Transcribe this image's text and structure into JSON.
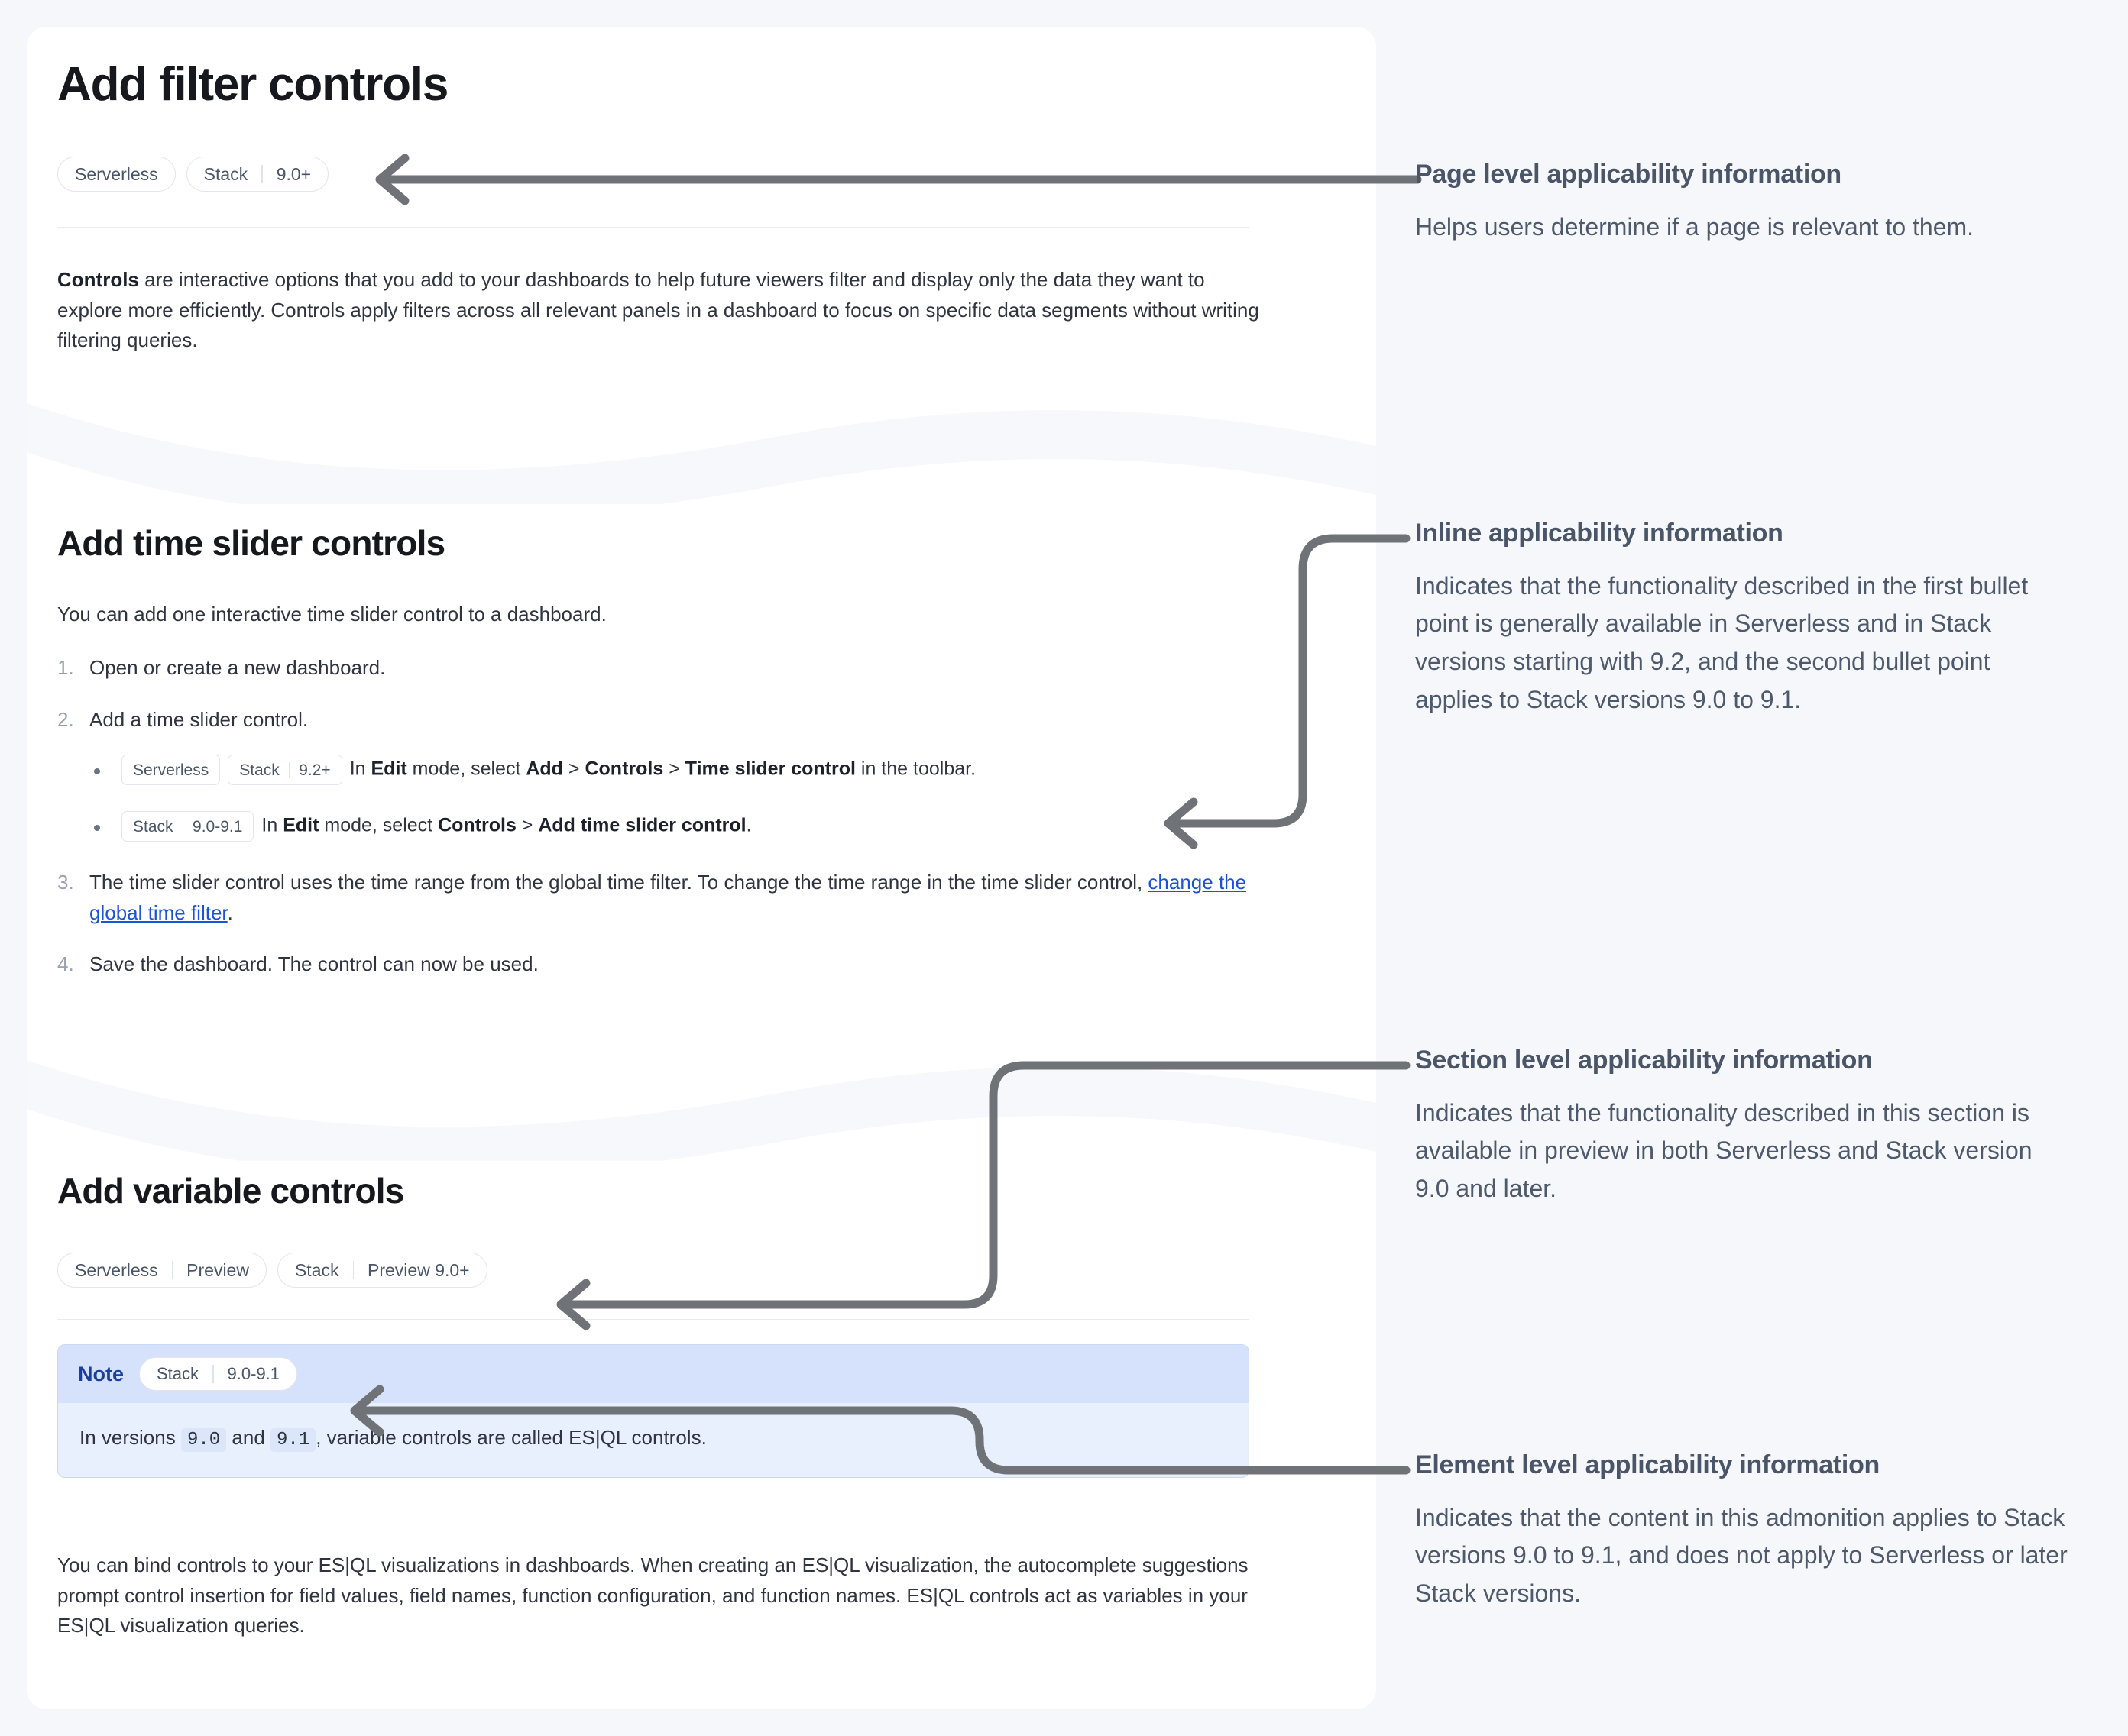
{
  "theme": {
    "page_background": "#f6f7fb",
    "card_background": "#ffffff",
    "band_background": "#f7f8fc",
    "heading_color": "#16181d",
    "body_color": "#2f3440",
    "pill_text": "#4a5568",
    "pill_border": "#e3e6ef",
    "link_color": "#1a53d6",
    "arrow_color": "#6f7378",
    "note_bg": "#e8effd",
    "note_head_bg": "#d6e2fb",
    "note_border": "#c9d8f5",
    "note_label_color": "#1b3f9e",
    "annotation_title_color": "#4a5568",
    "annotation_body_color": "#4e5a6c"
  },
  "doc": {
    "page_title": "Add filter controls",
    "page_pills": [
      {
        "name": "serverless-pill",
        "segments": [
          "Serverless"
        ]
      },
      {
        "name": "stack-pill",
        "segments": [
          "Stack",
          "9.0+"
        ]
      }
    ],
    "intro": {
      "lead": "Controls",
      "rest": " are interactive options that you add to your dashboards to help future viewers filter and display only the data they want to explore more efficiently. Controls apply filters across all relevant panels in a dashboard to focus on specific data segments without writing filtering queries."
    },
    "time_slider_section": {
      "title": "Add time slider controls",
      "intro": "You can add one interactive time slider control to a dashboard.",
      "steps": [
        {
          "text": "Open or create a new dashboard."
        },
        {
          "text": "Add a time slider control.",
          "bullets": [
            {
              "badges": [
                {
                  "name": "serverless-badge",
                  "segments": [
                    "Serverless"
                  ]
                },
                {
                  "name": "stack-badge",
                  "segments": [
                    "Stack",
                    "9.2+"
                  ]
                }
              ],
              "parts": [
                {
                  "t": "In ",
                  "b": false
                },
                {
                  "t": "Edit",
                  "b": true
                },
                {
                  "t": " mode, select ",
                  "b": false
                },
                {
                  "t": "Add",
                  "b": true
                },
                {
                  "t": " > ",
                  "b": false
                },
                {
                  "t": "Controls",
                  "b": true
                },
                {
                  "t": " > ",
                  "b": false
                },
                {
                  "t": "Time slider control",
                  "b": true
                },
                {
                  "t": " in the toolbar.",
                  "b": false
                }
              ]
            },
            {
              "badges": [
                {
                  "name": "stack-badge",
                  "segments": [
                    "Stack",
                    "9.0-9.1"
                  ]
                }
              ],
              "parts": [
                {
                  "t": "In ",
                  "b": false
                },
                {
                  "t": "Edit",
                  "b": true
                },
                {
                  "t": " mode, select ",
                  "b": false
                },
                {
                  "t": "Controls",
                  "b": true
                },
                {
                  "t": " > ",
                  "b": false
                },
                {
                  "t": "Add time slider control",
                  "b": true
                },
                {
                  "t": ".",
                  "b": false
                }
              ]
            }
          ]
        },
        {
          "text_before_link": "The time slider control uses the time range from the global time filter. To change the time range in the time slider control, ",
          "link_text": "change the global time filter",
          "text_after_link": "."
        },
        {
          "text": "Save the dashboard. The control can now be used."
        }
      ]
    },
    "variable_section": {
      "title": "Add variable controls",
      "pills": [
        {
          "name": "serverless-preview-pill",
          "segments": [
            "Serverless",
            "Preview"
          ]
        },
        {
          "name": "stack-preview-pill",
          "segments": [
            "Stack",
            "Preview 9.0+"
          ]
        }
      ],
      "note": {
        "label": "Note",
        "badge": {
          "name": "stack-badge",
          "segments": [
            "Stack",
            "9.0-9.1"
          ]
        },
        "body_parts": [
          {
            "t": "In versions ",
            "code": false
          },
          {
            "t": "9.0",
            "code": true
          },
          {
            "t": " and ",
            "code": false
          },
          {
            "t": "9.1",
            "code": true
          },
          {
            "t": ", variable controls are called ES|QL controls.",
            "code": false
          }
        ]
      },
      "paragraph": "You can bind controls to your ES|QL visualizations in dashboards. When creating an ES|QL visualization, the autocomplete suggestions prompt control insertion for field values, field names, function configuration, and function names. ES|QL controls act as variables in your ES|QL visualization queries."
    }
  },
  "annotations": [
    {
      "id": "page-level",
      "title": "Page level applicability information",
      "body": "Helps users determine if a page is relevant to them."
    },
    {
      "id": "inline",
      "title": "Inline applicability information",
      "body": "Indicates that the functionality described in the first bullet point is generally available in Serverless and in Stack versions starting with 9.2, and the second bullet point applies to Stack versions 9.0 to 9.1."
    },
    {
      "id": "section-level",
      "title": "Section level applicability information",
      "body": "Indicates that the functionality described in this section is available in preview in both Serverless and Stack version 9.0 and later."
    },
    {
      "id": "element-level",
      "title": "Element level applicability information",
      "body": "Indicates that the content in this admonition applies to Stack versions 9.0 to 9.1, and does not apply to Serverless or later Stack versions."
    }
  ]
}
